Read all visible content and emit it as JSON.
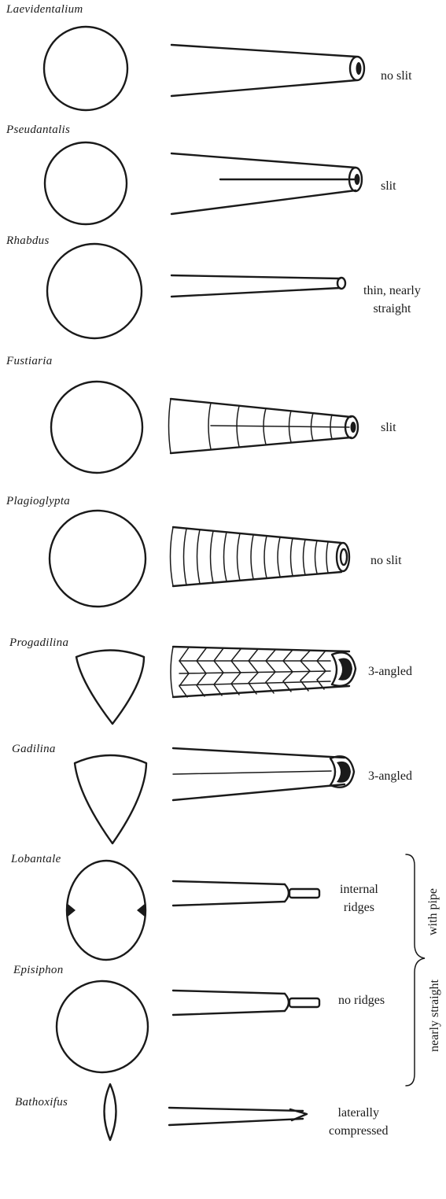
{
  "genera": [
    {
      "name": "Laevidentalium",
      "note": "no slit"
    },
    {
      "name": "Pseudantalis",
      "note": "slit"
    },
    {
      "name": "Rhabdus",
      "note_lines": [
        "thin, nearly",
        "straight"
      ]
    },
    {
      "name": "Fustiaria",
      "note": "slit"
    },
    {
      "name": "Plagioglypta",
      "note": "no slit"
    },
    {
      "name": "Progadilina",
      "note": "3-angled"
    },
    {
      "name": "Gadilina",
      "note": "3-angled"
    },
    {
      "name": "Lobantale",
      "note_lines": [
        "internal",
        "ridges"
      ]
    },
    {
      "name": "Episiphon",
      "note": "no ridges"
    },
    {
      "name": "Bathoxifus",
      "note_lines": [
        "laterally",
        "compressed"
      ]
    }
  ],
  "brace": {
    "upper": "with pipe",
    "lower": "nearly straight"
  }
}
